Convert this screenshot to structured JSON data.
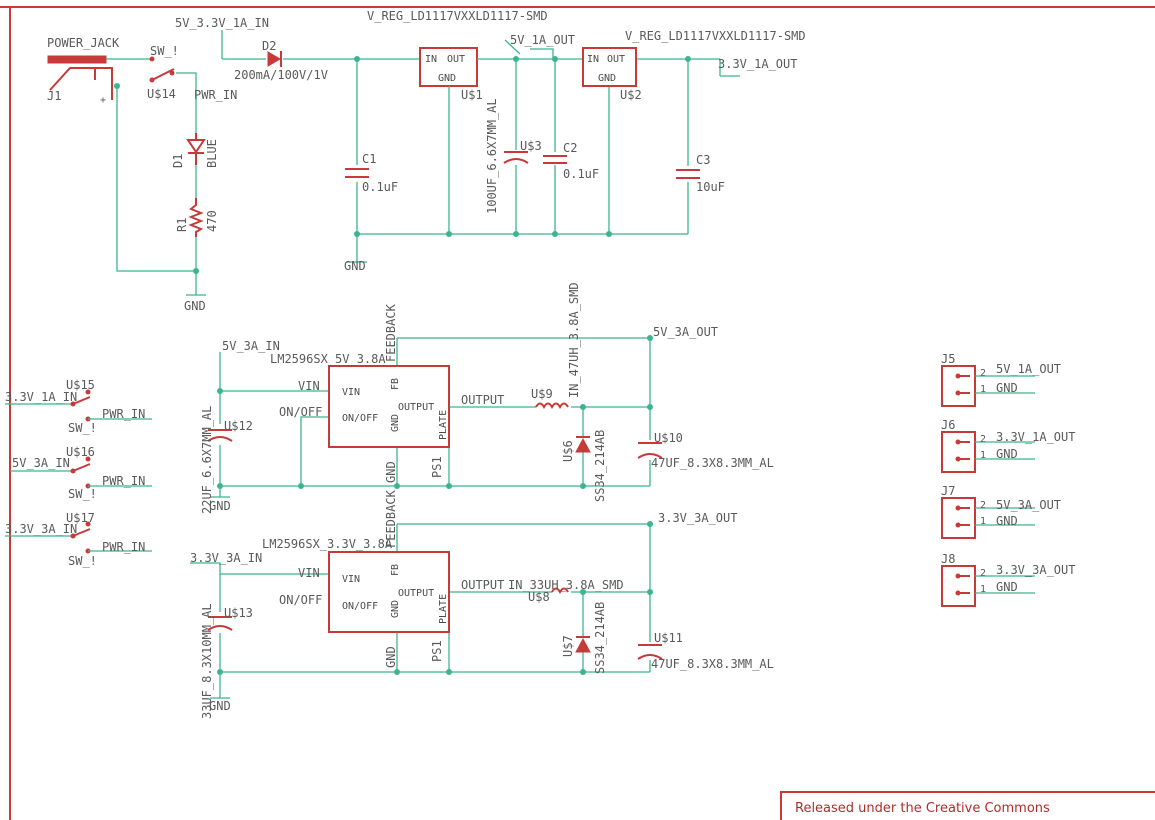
{
  "footer": {
    "license": "Released under the Creative Commons"
  },
  "labels": {
    "power_jack": "POWER_JACK",
    "j1": "J1",
    "sw1": "SW_!",
    "us14": "U$14",
    "pwr_in": "PWR_IN",
    "net_5v_33v_1a_in": "5V_3.3V_1A_IN",
    "d2": "D2",
    "d2_val": "200mA/100V/1V",
    "d1": "D1",
    "blue": "BLUE",
    "r1": "R1",
    "r1_val": "470",
    "gnd": "GND",
    "vreg1_title": "V_REG_LD1117VXXLD1117-SMD",
    "vreg2_title": "V_REG_LD1117VXXLD1117-SMD",
    "in": "IN",
    "out": "OUT",
    "us1": "U$1",
    "us2": "U$2",
    "net_5v_1a_out": "5V_1A_OUT",
    "net_3v3_1a_out": "3.3V_1A_OUT",
    "c1": "C1",
    "c1_val": "0.1uF",
    "c2": "C2",
    "c2_val": "0.1uF",
    "c3": "C3",
    "c3_val": "10uF",
    "us3": "U$3",
    "us3_val": "100UF_6.6X7MM_AL",
    "feedback": "FEEDBACK",
    "lm5_title": "LM2596SX_5V_3.8A",
    "lm33_title": "LM2596SX_3.3V_3.8A",
    "vin": "VIN",
    "on_off": "ON/OFF",
    "on_off_pin": "ON/OFF",
    "fb": "FB",
    "output": "OUTPUT",
    "plate": "PLATE",
    "ps1": "PS1",
    "net_5v_3a_in": "5V_3A_IN",
    "net_3v3_3a_in": "3.3V_3A_IN",
    "net_5v_3a_out": "5V_3A_OUT",
    "net_3v3_3a_out": "3.3V_3A_OUT",
    "ind1_title": "IN_47UH_3.8A_SMD",
    "ind2_title": "IN_33UH_3.8A_SMD",
    "us9": "U$9",
    "us8": "U$8",
    "us6": "U$6",
    "us7": "U$7",
    "ss34": "SS34_214AB",
    "us10": "U$10",
    "us11": "U$11",
    "cap_47uf": "47UF_8.3X8.3MM_AL",
    "us12": "U$12",
    "us12_val": "22UF_6.6X7MM_AL",
    "us13": "U$13",
    "us13_val": "33UF_8.3X10MM_AL",
    "us15": "U$15",
    "us16": "U$16",
    "us17": "U$17",
    "net_3v3_1a_in": "3.3V_1A_IN",
    "net_5v_3a_in_sw": "5V_3A_IN",
    "net_3v3_3a_in_sw": "3.3V_3A_IN",
    "j5": "J5",
    "j6": "J6",
    "j7": "J7",
    "j8": "J8",
    "pin1": "1",
    "pin2": "2"
  }
}
